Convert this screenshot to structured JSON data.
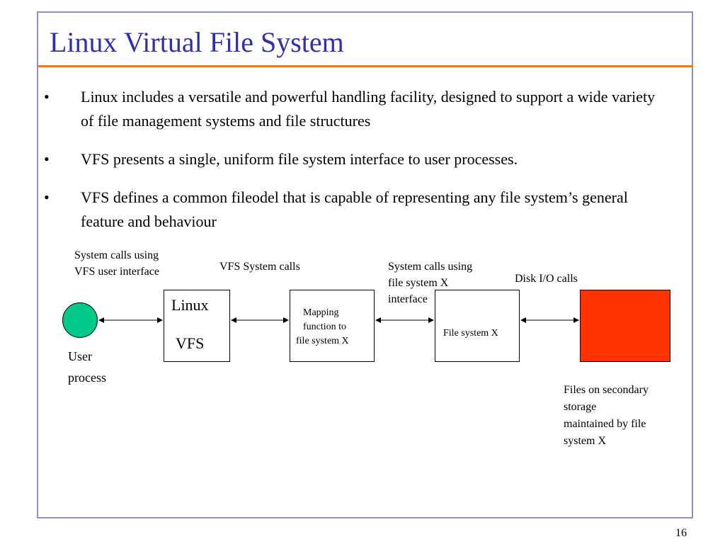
{
  "slide": {
    "title": "Linux Virtual File System",
    "page_number": "16",
    "bullets": [
      {
        "marker": "•",
        "text": "Linux includes a versatile and powerful handling facility, designed to support a wide variety of file management systems and file structures"
      },
      {
        "marker": "•",
        "text": "VFS presents a single, uniform file system interface to user processes."
      },
      {
        "marker": "•",
        "text": "VFS defines a common fileodel that is capable of representing any file system’s general feature and behaviour"
      }
    ]
  },
  "diagram": {
    "labels": {
      "syscalls_vfs_line1": "System calls using",
      "syscalls_vfs_line2": "VFS user interface",
      "vfs_system_calls": "VFS System calls",
      "syscalls_fsx_line1": "System calls using",
      "syscalls_fsx_line2": "file system X",
      "syscalls_fsx_line3": "interface",
      "disk_io_calls": "Disk I/O calls",
      "user_line1": "User",
      "user_line2": "process",
      "files_line1": "Files on secondary",
      "files_line2": "storage",
      "files_line3": "maintained by file",
      "files_line4": "system X"
    },
    "nodes": {
      "linux_vfs_line1": "Linux",
      "linux_vfs_line2": "VFS",
      "mapping_line1": "Mapping",
      "mapping_line2": "function to",
      "mapping_line3": "file system X",
      "file_system_x": "File system X"
    },
    "colors": {
      "user_process": "#00c98a",
      "storage": "#ff3300",
      "title": "#2f2fb0",
      "rule": "#f07a1f",
      "frame": "#8d92c8"
    }
  }
}
